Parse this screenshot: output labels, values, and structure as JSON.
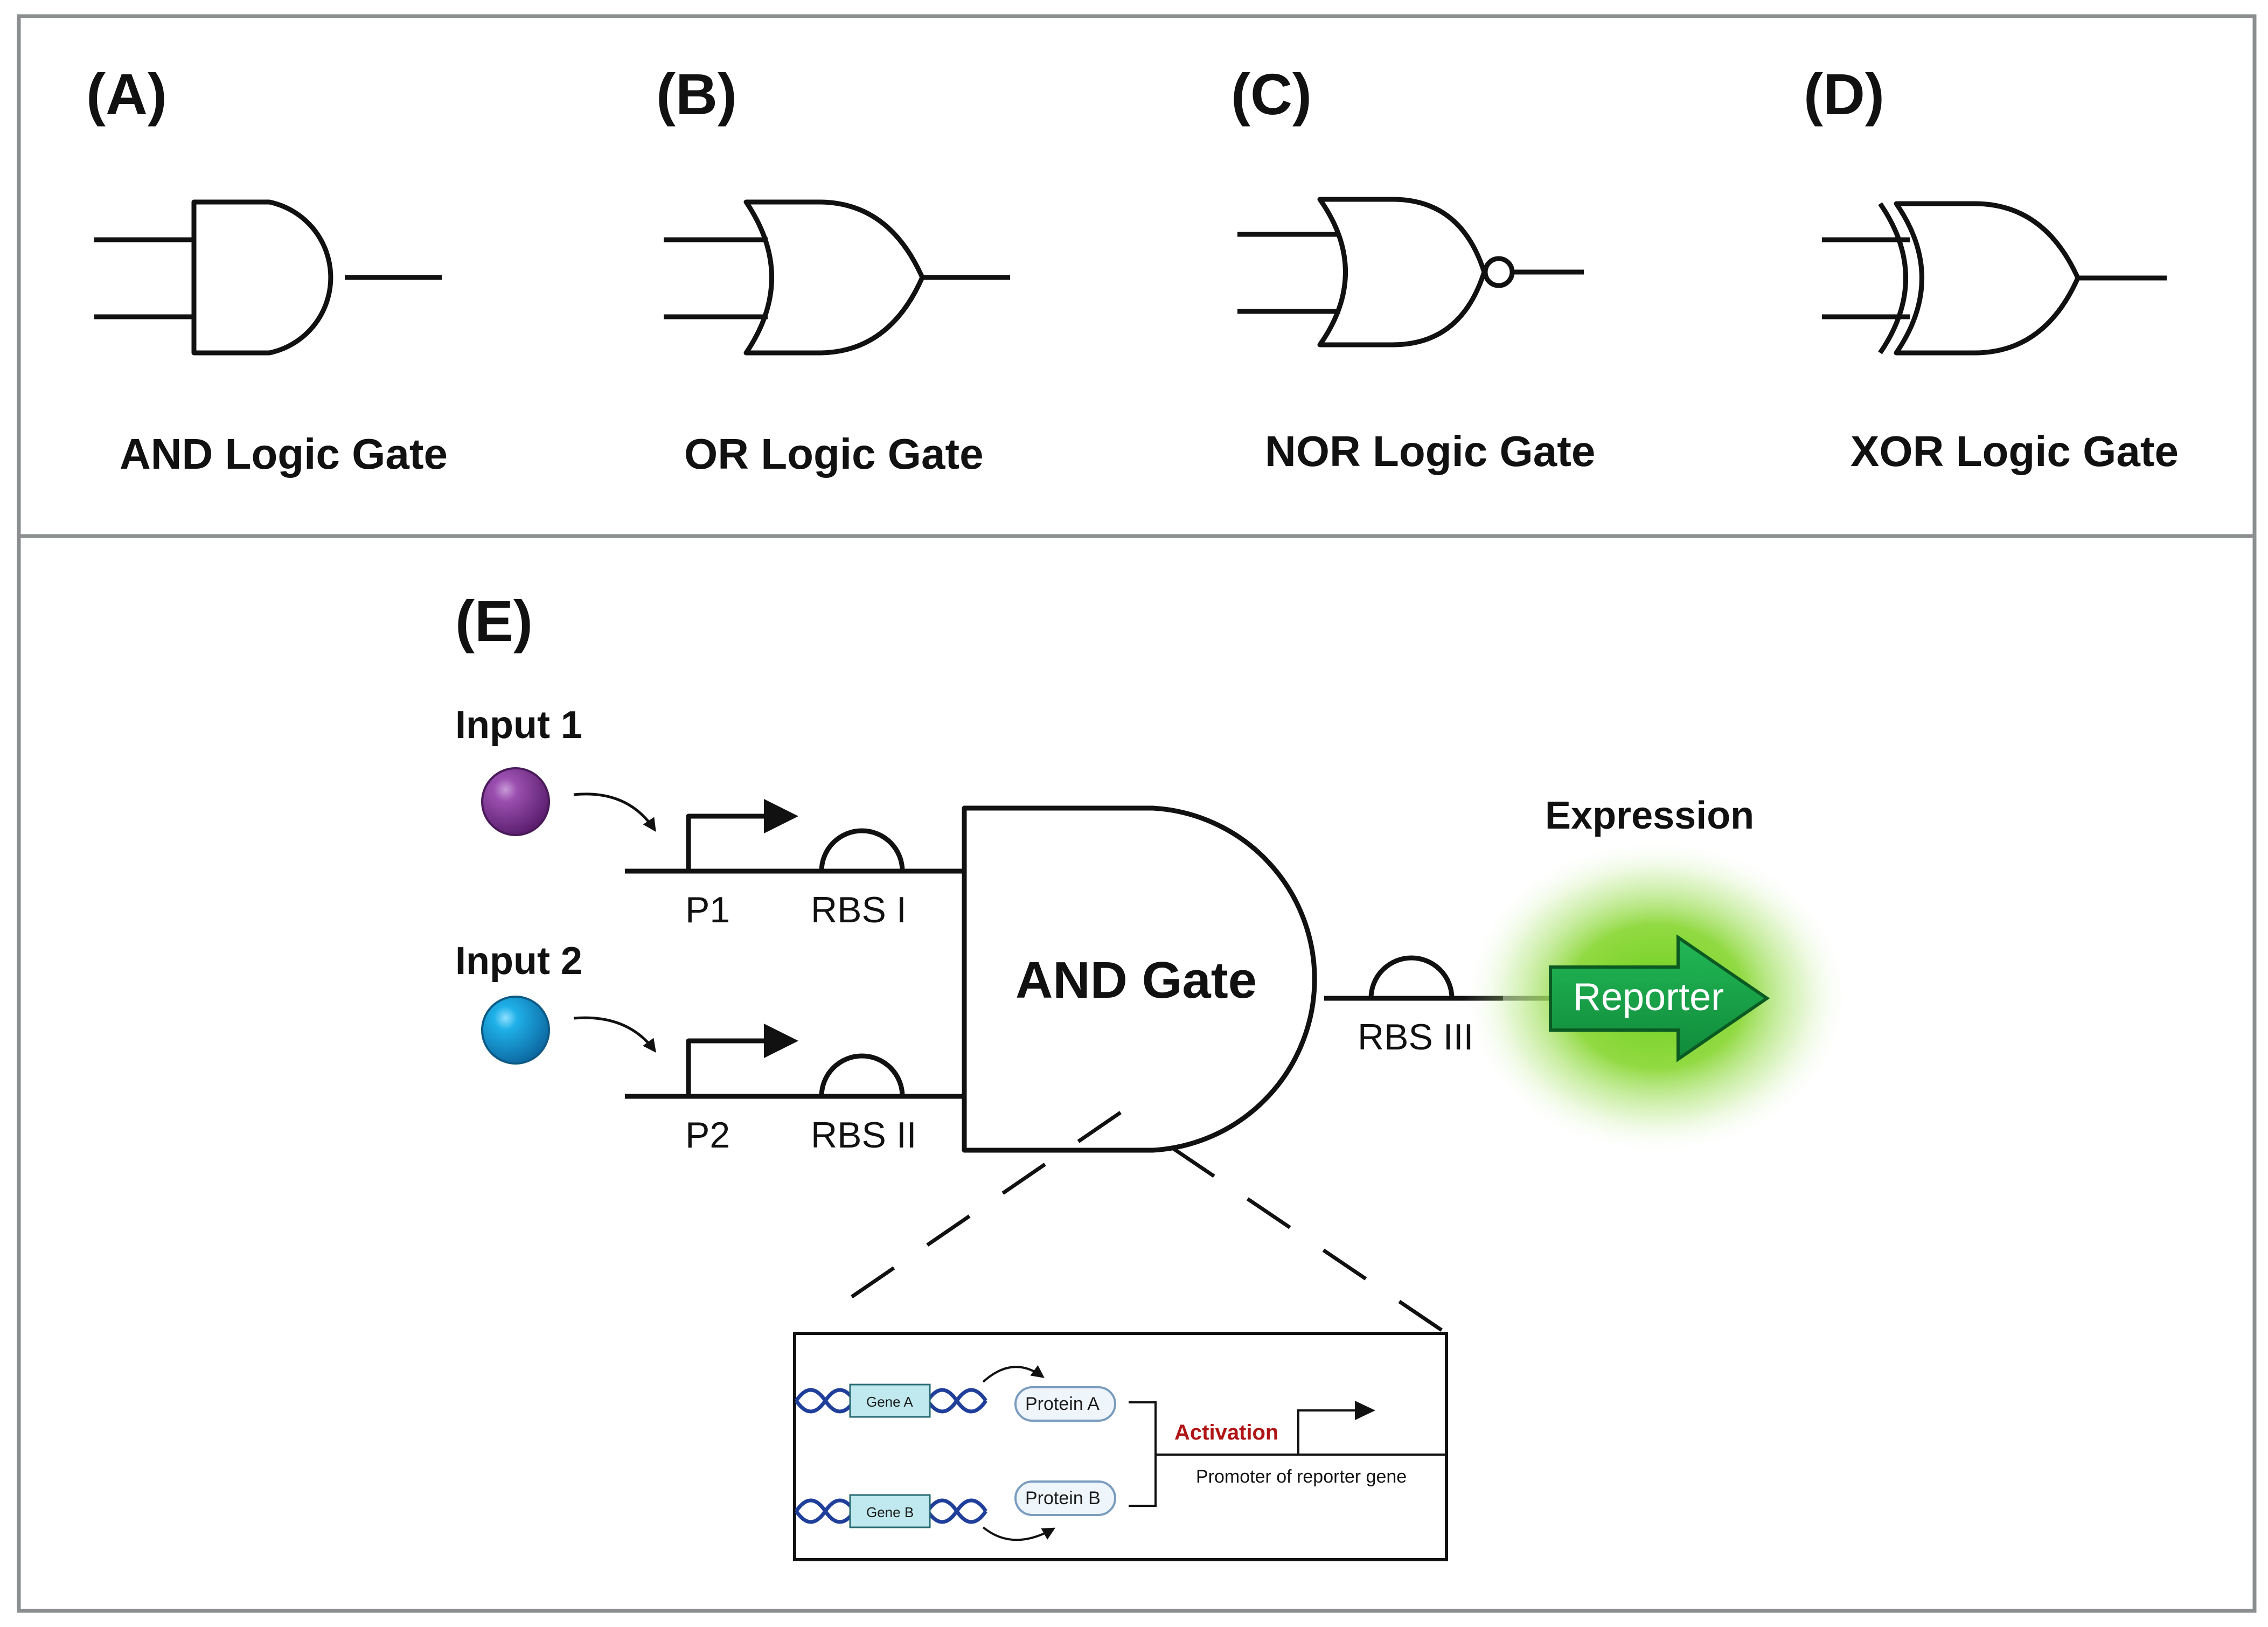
{
  "panels": {
    "a": {
      "letter": "(A)",
      "title": "AND Logic Gate"
    },
    "b": {
      "letter": "(B)",
      "title": "OR Logic Gate"
    },
    "c": {
      "letter": "(C)",
      "title": "NOR Logic Gate"
    },
    "d": {
      "letter": "(D)",
      "title": "XOR Logic Gate"
    },
    "e": {
      "letter": "(E)"
    }
  },
  "circuit": {
    "input1": "Input 1",
    "input2": "Input 2",
    "p1": "P1",
    "p2": "P2",
    "rbs1": "RBS I",
    "rbs2": "RBS II",
    "rbs3": "RBS III",
    "gate": "AND Gate",
    "expression": "Expression",
    "reporter": "Reporter"
  },
  "inset": {
    "gene_a": "Gene A",
    "gene_b": "Gene B",
    "protein_a": "Protein A",
    "protein_b": "Protein B",
    "activation": "Activation",
    "promoter": "Promoter of reporter gene"
  },
  "colors": {
    "input1": "#7b2d8e",
    "input2": "#1593d1",
    "reporter": "#17a54a",
    "glow": "#7ed321",
    "activation": "#b01515",
    "dna": "#1f3f9a",
    "gene_box": "#bfe9ee"
  }
}
